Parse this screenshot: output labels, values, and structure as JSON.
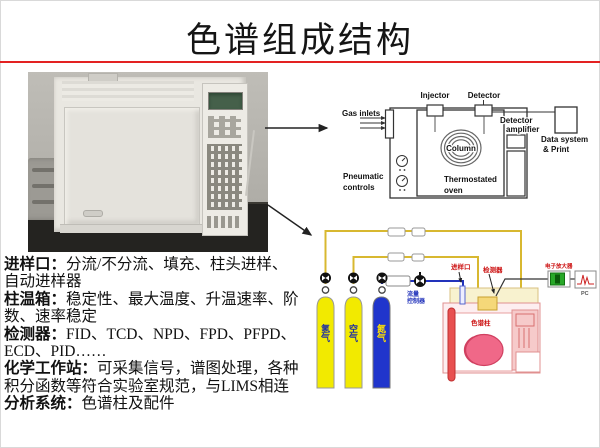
{
  "slide": {
    "title": "色谱组成结构",
    "accent_color": "#e32222"
  },
  "notes": {
    "lines": [
      {
        "bold": "进样口：",
        "rest": "分流/不分流、填充、柱头进样、"
      },
      {
        "bold": "",
        "rest": "自动进样器"
      },
      {
        "bold": "柱温箱：",
        "rest": "稳定性、最大温度、升温速率、阶"
      },
      {
        "bold": "",
        "rest": "数、速率稳定"
      },
      {
        "bold": "检测器：",
        "rest": "FID、TCD、NPD、FPD、PFPD、"
      },
      {
        "bold": "",
        "rest": "ECD、PID……"
      },
      {
        "bold": "化学工作站：",
        "rest": "可采集信号，谱图处理，各种"
      },
      {
        "bold": "",
        "rest": "积分函数等符合实验室规范，与LIMS相连"
      },
      {
        "bold": "分析系统：",
        "rest": "色谱柱及配件"
      }
    ]
  },
  "schematic": {
    "gas_inlets": "Gas inlets",
    "injector": "Injector",
    "detector": "Detector",
    "amplifier_line1": "Detector",
    "amplifier_line2": "amplifier",
    "data_system_line1": "Data system",
    "data_system_line2": "& Print",
    "column": "Column",
    "oven_line1": "Thermostated",
    "oven_line2": "oven",
    "pneumatic_line1": "Pneumatic",
    "pneumatic_line2": "controls"
  },
  "flow_diagram": {
    "injection_port_label": "进样口",
    "detector_label": "检测器",
    "column_label": "色谱柱",
    "amplifier_label": "电子放大器",
    "recorder_label": "PC",
    "flow_ctrl_line1": "流量",
    "flow_ctrl_line2": "控制器",
    "cylinders": [
      {
        "label": "氢气",
        "color": "#f2ea00"
      },
      {
        "label": "空气",
        "color": "#f2ea00"
      },
      {
        "label": "氮气",
        "color": "#2035cc"
      }
    ],
    "tube_yellow": "#d8b830",
    "tube_blue": "#2233bb",
    "oven_pink": "#f06888",
    "amplifier_green": "#28a828"
  }
}
